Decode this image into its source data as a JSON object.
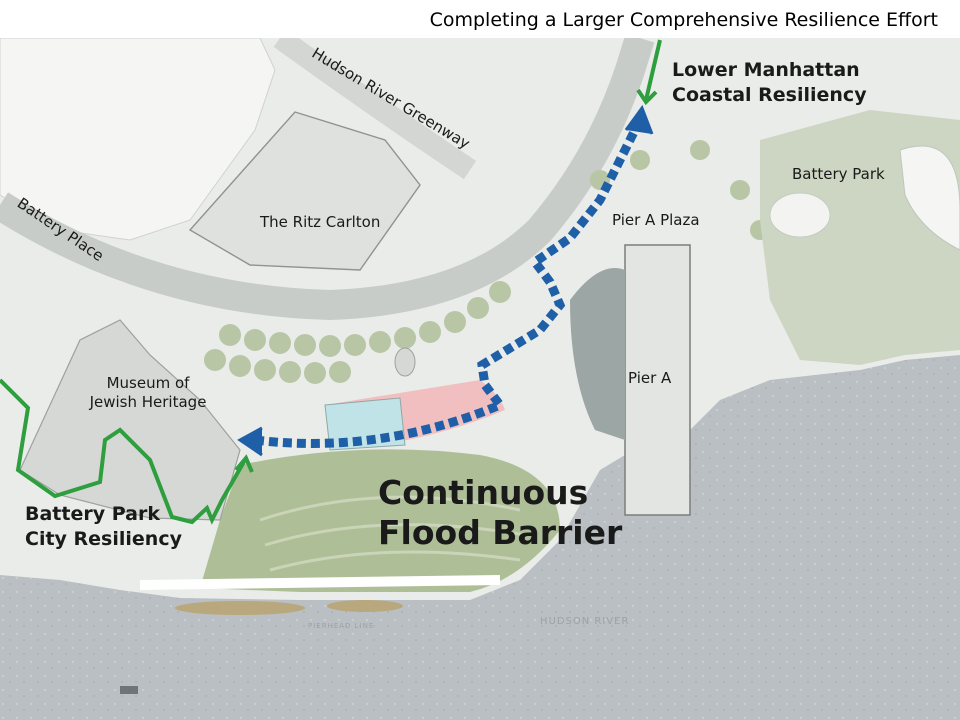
{
  "title": "Completing a Larger Comprehensive Resilience Effort",
  "labels": {
    "greenway": "Hudson River Greenway",
    "battery_place": "Battery Place",
    "ritz": "The Ritz Carlton",
    "pier_a_plaza": "Pier A Plaza",
    "battery_park": "Battery Park",
    "pier_a": "Pier A",
    "museum_line1": "Museum of",
    "museum_line2": "Jewish Heritage",
    "lmcr_line1": "Lower Manhattan",
    "lmcr_line2": "Coastal Resiliency",
    "bpcr_line1": "Battery Park",
    "bpcr_line2": "City Resiliency",
    "cfb_line1": "Continuous",
    "cfb_line2": "Flood Barrier",
    "river": "HUDSON RIVER",
    "pierhead": "PIERHEAD LINE"
  },
  "colors": {
    "water": "#b9bfc3",
    "land": "#e9ece8",
    "park_green": "#aebf97",
    "flood_barrier": "#1f5fa8",
    "green_route": "#2e9e3e",
    "plaza_red": "#f2b7b7",
    "plaza_teal": "#bfe3e6"
  }
}
